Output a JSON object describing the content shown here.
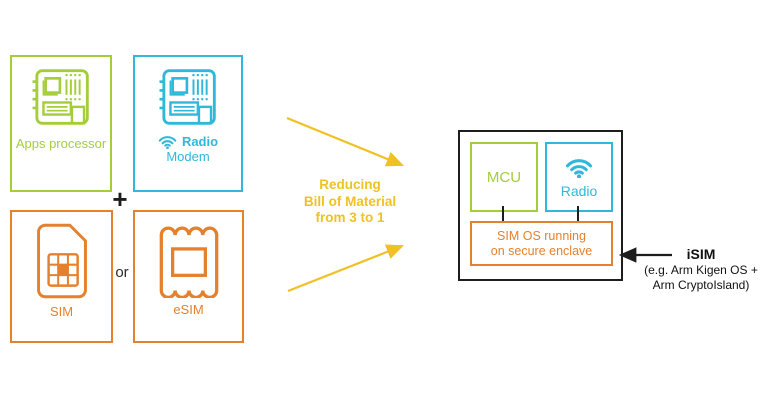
{
  "palette": {
    "green": "#a4ce39",
    "cyan": "#2fb8d9",
    "orange": "#e5802d",
    "yellow": "#f0c125",
    "ink": "#1d1d1d"
  },
  "icons": {
    "circuit_board": "circuit-board-icon",
    "wifi": "wifi-icon",
    "sim_card": "sim-card-icon",
    "esim_chip": "esim-chip-icon",
    "arrow_yellow": "arrow-right-icon",
    "arrow_black": "arrow-left-icon"
  },
  "left": {
    "apps_processor_label": "Apps processor",
    "radio_line1": "Radio",
    "radio_line2": "Modem",
    "plus": "+",
    "or": "or",
    "sim_label": "SIM",
    "esim_label": "eSIM"
  },
  "middle": {
    "caption": [
      "Reducing",
      "Bill of Material",
      "from 3 to 1"
    ]
  },
  "right": {
    "mcu_label": "MCU",
    "radio_label": "Radio",
    "simos_line1": "SIM OS running",
    "simos_line2": "on secure enclave",
    "isim_title": "iSIM",
    "isim_sub1": "(e.g. Arm Kigen OS +",
    "isim_sub2": "Arm CryptoIsland)"
  }
}
